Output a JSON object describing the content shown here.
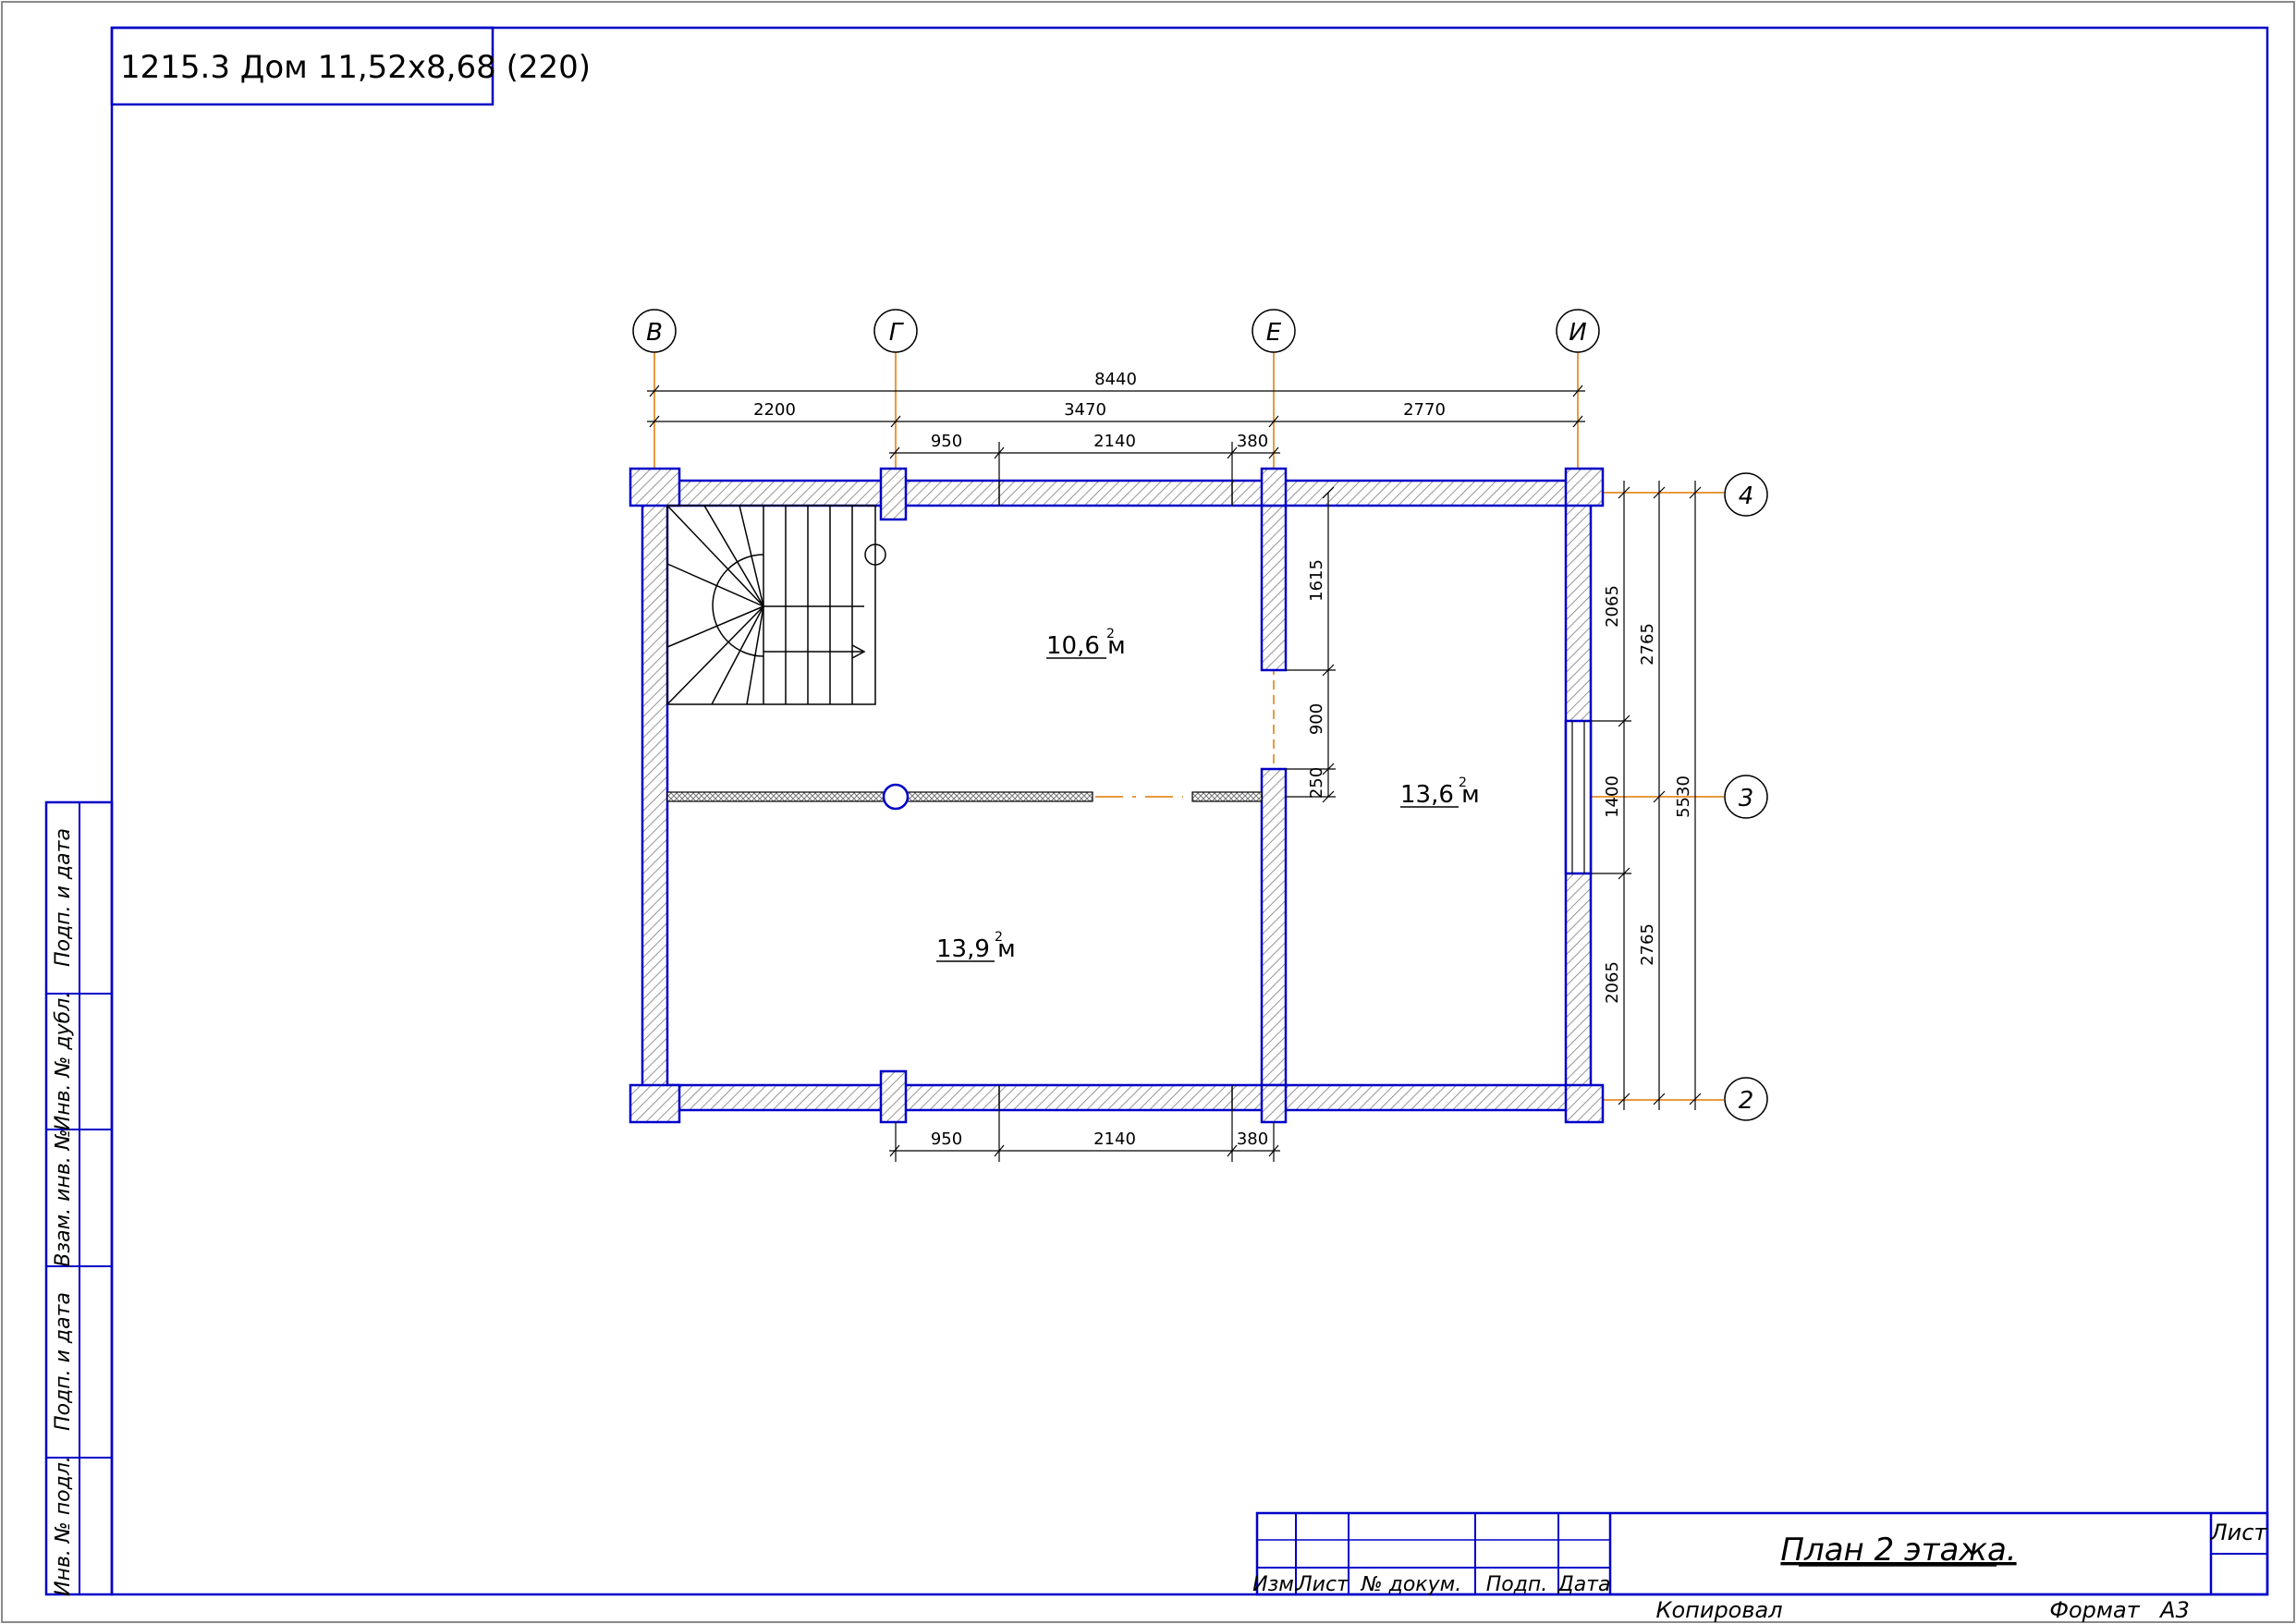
{
  "title_box": "1215.3 Дом 11,52х8,68 (220)",
  "sheet_title": "План 2 этажа.",
  "stamp": {
    "headers": [
      "Изм.",
      "Лист",
      "№ докум.",
      "Подп.",
      "Дата"
    ],
    "sheet_label": "Лист",
    "copied_label": "Копировал",
    "format_label": "Формат",
    "format_value": "А3"
  },
  "side_stamp": [
    "Подп. и дата",
    "Инв. № дубл.",
    "Взам. инв. №",
    "Подп. и дата",
    "Инв. № подл."
  ],
  "axes": {
    "vertical": [
      "В",
      "Г",
      "Е",
      "И"
    ],
    "horizontal": [
      "4",
      "3",
      "2"
    ]
  },
  "dimensions": {
    "top_overall": "8440",
    "top_segments": [
      "2200",
      "3470",
      "2770"
    ],
    "top_openings": [
      "950",
      "2140",
      "380"
    ],
    "bottom_openings": [
      "950",
      "2140",
      "380"
    ],
    "interior_vertical": [
      "1615",
      "900",
      "250"
    ],
    "right_chain": [
      "2065",
      "1400",
      "2065"
    ],
    "right_halves": [
      "2765",
      "2765"
    ],
    "right_overall": "5530"
  },
  "rooms": [
    {
      "area": "10,6 м",
      "sup": "2"
    },
    {
      "area": "13,6 м",
      "sup": "2"
    },
    {
      "area": "13,9 м",
      "sup": "2"
    }
  ],
  "colors": {
    "frame": "#0000c8",
    "line": "#000000",
    "axis": "#e07800",
    "hatch": "#7a7a7a"
  }
}
